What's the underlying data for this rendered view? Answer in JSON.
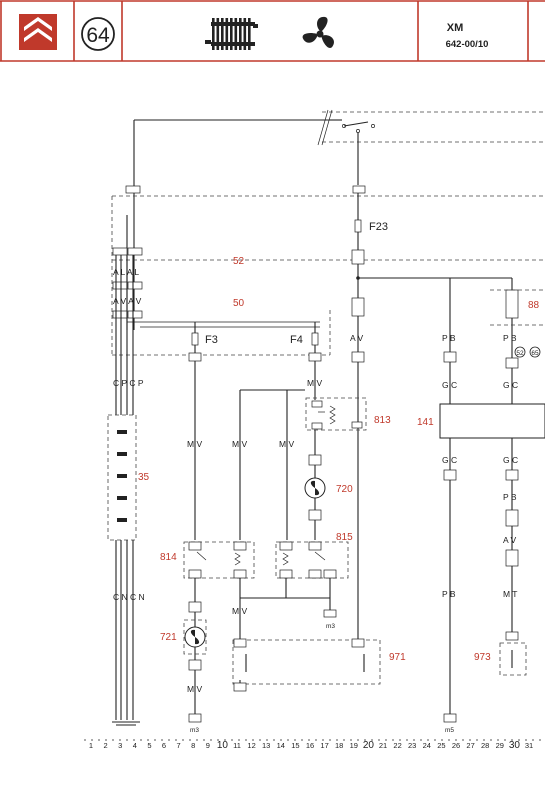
{
  "header": {
    "page_number": "64",
    "model": "XM",
    "doc_code": "642-00/10",
    "logo_icon": "citroen-double-chevron-logo",
    "icons": [
      "radiator-icon",
      "fan-icon"
    ]
  },
  "colors": {
    "frame": "#c0392b",
    "logo_red": "#c0392b",
    "ink": "#222222"
  },
  "diagram": {
    "labels": {
      "fuse_f23": "F23",
      "fuse_f3": "F3",
      "fuse_f4": "F4",
      "bus_52": "52",
      "bus_50": "50",
      "connector_35": "35",
      "relay_813": "813",
      "motor_720": "720",
      "relay_815": "815",
      "relay_814": "814",
      "motor_721": "721",
      "switch_971": "971",
      "switch_973": "973",
      "block_141": "141",
      "ref_88": "88",
      "ref_52": "52",
      "ref_65": "65"
    },
    "wire_codes": {
      "left1": "C P C P",
      "left2": "C N C N",
      "mv_a": "M V",
      "mv_b": "M V",
      "mv_c": "M V",
      "mv_d": "M V",
      "mv_e": "M V",
      "mv_f": "M V",
      "av": "A V",
      "pb_left": "P B",
      "pb_right": "P B",
      "gc_1": "G C",
      "gc_2": "G C",
      "gc_3": "G C",
      "gc_4": "G C",
      "pb_bottom": "P B",
      "pb_r2": "P B",
      "av_r2": "A V",
      "mt": "M T",
      "row_a1": "A L A L",
      "row_a2": "A V A V"
    },
    "ground_labels": [
      "m3",
      "m3",
      "m5"
    ]
  },
  "footer": {
    "ruler": [
      "1",
      "2",
      "3",
      "4",
      "5",
      "6",
      "7",
      "8",
      "9",
      "10",
      "11",
      "12",
      "13",
      "14",
      "15",
      "16",
      "17",
      "18",
      "19",
      "20",
      "21",
      "22",
      "23",
      "24",
      "25",
      "26",
      "27",
      "28",
      "29",
      "30",
      "31"
    ]
  }
}
